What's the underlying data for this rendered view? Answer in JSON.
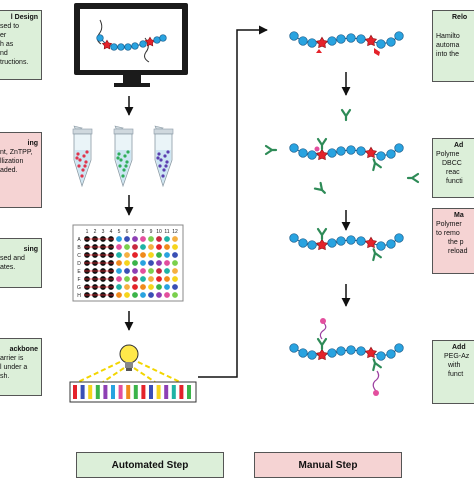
{
  "left_boxes": [
    {
      "title": "l Design",
      "lines": [
        "sed to",
        "er",
        "h as",
        "nd",
        "tructions."
      ],
      "color": "green"
    },
    {
      "title": "ing",
      "lines": [
        "nt, ZnTPP,",
        "llization",
        "aded."
      ],
      "color": "pink"
    },
    {
      "title": "sing",
      "lines": [
        "sed and",
        "ates."
      ],
      "color": "green"
    },
    {
      "title": "ackbone",
      "lines": [
        "arrier is",
        "l under a",
        "sh."
      ],
      "color": "green"
    }
  ],
  "right_boxes": [
    {
      "title": "Relo",
      "lines": [
        "Hamilto",
        "automa",
        "into the"
      ],
      "color": "green"
    },
    {
      "title": "Ad",
      "lines": [
        "Polyme",
        "DBCC",
        "reac",
        "functi"
      ],
      "color": "green"
    },
    {
      "title": "Ma",
      "lines": [
        "Polymer",
        "to remo",
        "the p",
        "reload"
      ],
      "color": "pink"
    },
    {
      "title": "Add",
      "lines": [
        "PEG-Az",
        "with",
        "funct"
      ],
      "color": "green"
    }
  ],
  "plate": {
    "rows": [
      "A",
      "B",
      "C",
      "D",
      "E",
      "F",
      "G",
      "H"
    ],
    "cols": [
      "1",
      "2",
      "3",
      "4",
      "5",
      "6",
      "7",
      "8",
      "9",
      "10",
      "11",
      "12"
    ]
  },
  "legend": {
    "automated": "Automated Step",
    "manual": "Manual Step"
  },
  "colors": {
    "bead": "#29a3e0",
    "bead_stroke": "#1a5f8f",
    "node": "#e4222a",
    "green_box": "#dcefd9",
    "pink_box": "#f5d3d3",
    "dye_red": "#e0344d",
    "dye_green": "#2fae5a",
    "dye_purple": "#5b3fb0",
    "azide": "#2e8b57"
  }
}
